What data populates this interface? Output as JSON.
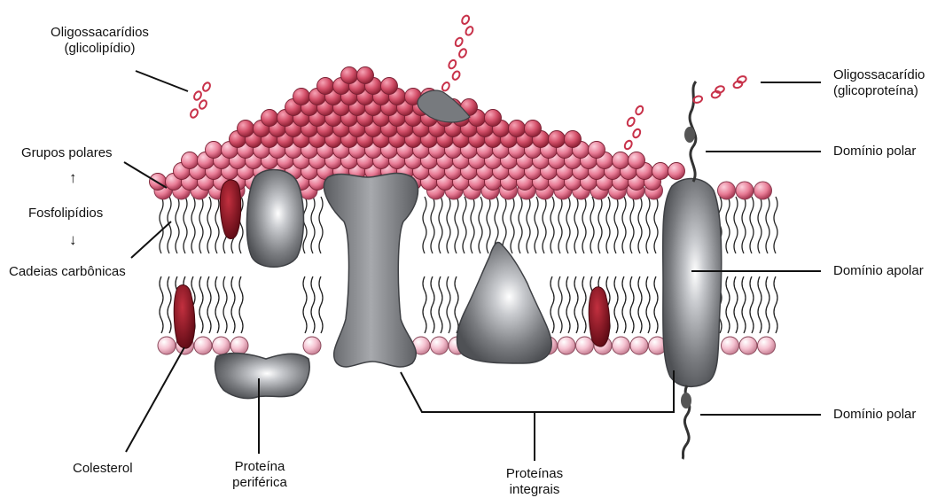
{
  "labels": {
    "oligo_glicolipidio_l1": "Oligossacarídios",
    "oligo_glicolipidio_l2": "(glicolipídio)",
    "grupos_polares": "Grupos polares",
    "fosfolipidios": "Fosfolipídios",
    "cadeias_carbonicas": "Cadeias carbônicas",
    "colesterol": "Colesterol",
    "proteina_periferica_l1": "Proteína",
    "proteina_periferica_l2": "periférica",
    "proteinas_integrais_l1": "Proteínas",
    "proteinas_integrais_l2": "integrais",
    "oligo_glicoproteina_l1": "Oligossacarídio",
    "oligo_glicoproteina_l2": "(glicoproteína)",
    "dominio_polar_top": "Domínio polar",
    "dominio_apolar": "Domínio apolar",
    "dominio_polar_bottom": "Domínio polar"
  },
  "arrows": {
    "up": "↑",
    "down": "↓"
  },
  "colors": {
    "head_top_dark": "#b83a4e",
    "head_top_light": "#f08aa3",
    "head_bottom": "#f4b6c8",
    "protein": "#6e7074",
    "protein_light": "#ffffff",
    "cholesterol": "#7d0f1a",
    "sugar": "#c8324a",
    "tail": "#222222",
    "leader": "#111111"
  }
}
